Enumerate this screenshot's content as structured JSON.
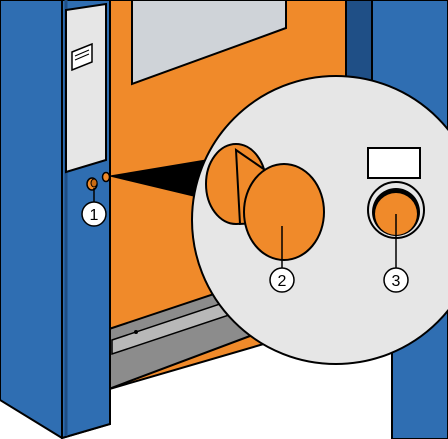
{
  "colors": {
    "frame_blue": "#2f6eb2",
    "frame_blue_dark": "#1f4f86",
    "door_orange": "#f08a2a",
    "door_orange_dark": "#c96b14",
    "label_gray": "#e6e6e6",
    "outline": "#000000",
    "white": "#ffffff"
  },
  "icons": {
    "panel": "panel-label-icon",
    "mushroom_button": "mushroom-button-icon",
    "illuminated_button": "illuminated-button-icon"
  },
  "callouts": [
    {
      "id": "1",
      "label": "1"
    },
    {
      "id": "2",
      "label": "2"
    },
    {
      "id": "3",
      "label": "3"
    }
  ]
}
